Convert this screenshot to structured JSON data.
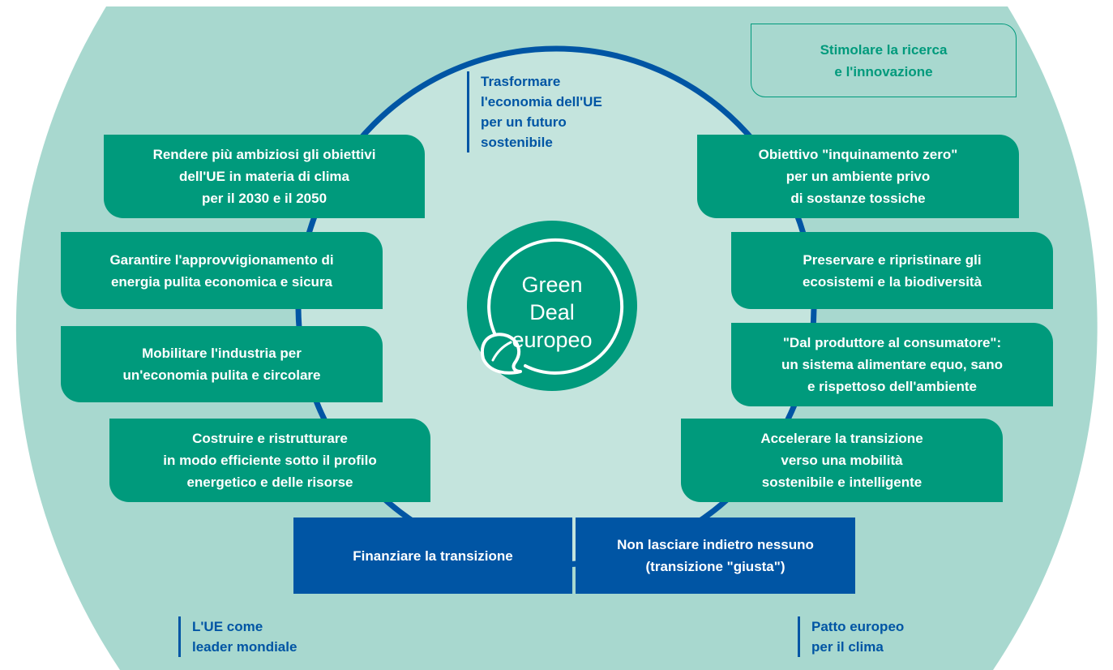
{
  "center": {
    "title": "Green\nDeal\neuropeo"
  },
  "top_label": "Trasformare\nl'economia dell'UE\nper un futuro\nsostenibile",
  "research_box": "Stimolare la ricerca\ne l'innovazione",
  "left_boxes": [
    "Rendere più ambiziosi gli obiettivi\ndell'UE in materia di clima\nper il 2030 e il 2050",
    "Garantire l'approvvigionamento di\nenergia pulita economica e sicura",
    "Mobilitare l'industria per\nun'economia pulita e circolare",
    "Costruire e ristrutturare\nin modo efficiente sotto il profilo\nenergetico e delle risorse"
  ],
  "right_boxes": [
    "Obiettivo \"inquinamento zero\"\nper un ambiente privo\ndi sostanze tossiche",
    "Preservare e ripristinare gli\necosistemi e la biodiversità",
    "\"Dal produttore al consumatore\":\nun sistema alimentare equo, sano\ne rispettoso dell'ambiente",
    "Accelerare la transizione\nverso una mobilità\nsostenibile e intelligente"
  ],
  "bottom_boxes": [
    "Finanziare la transizione",
    "Non lasciare indietro nessuno\n(transizione \"giusta\")"
  ],
  "bottom_left_label": "L'UE come\nleader mondiale",
  "bottom_right_label": "Patto europeo\nper il clima",
  "colors": {
    "outer": "#a8d8cf",
    "inner": "#c4e4dd",
    "green": "#009a7c",
    "blue": "#0055a4"
  }
}
